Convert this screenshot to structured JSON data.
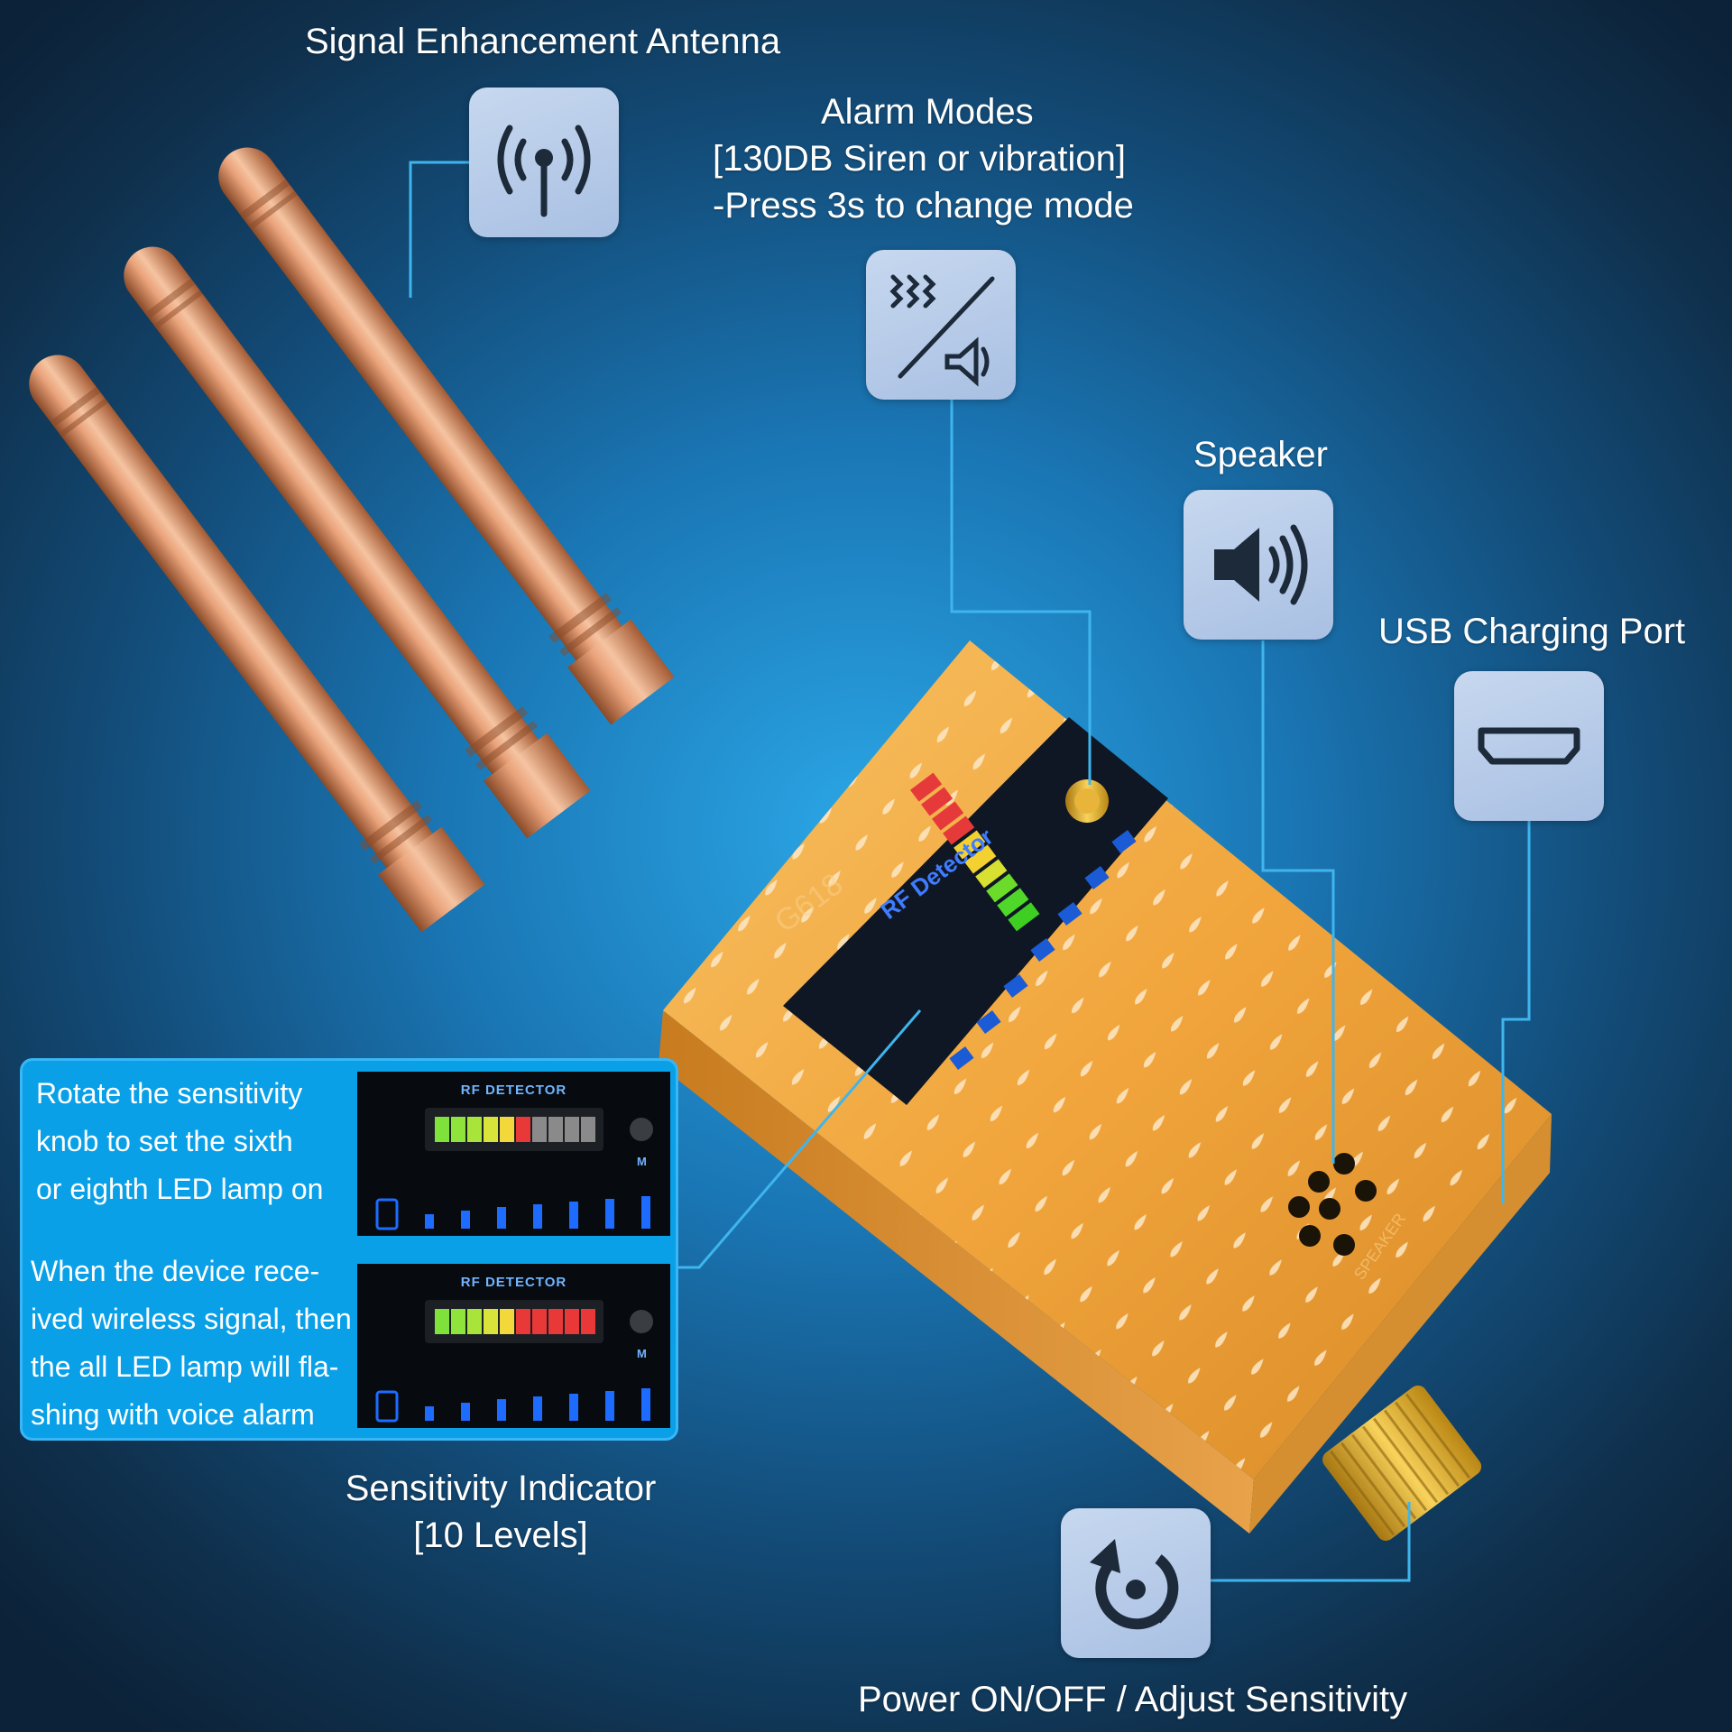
{
  "labels": {
    "antenna": "Signal Enhancement Antenna",
    "alarm_line1": "Alarm Modes",
    "alarm_line2": "[130DB Siren or vibration]",
    "alarm_line3": "-Press 3s to change mode",
    "speaker": "Speaker",
    "usb": "USB Charging Port",
    "sensitivity_line1": "Sensitivity Indicator",
    "sensitivity_line2": "[10 Levels]",
    "power": "Power ON/OFF / Adjust Sensitivity"
  },
  "panel": {
    "text1_line1": "Rotate the sensitivity",
    "text1_line2": "knob to set the sixth",
    "text1_line3": "or eighth LED lamp on",
    "text2_line1": "When the device rece-",
    "text2_line2": "ived wireless signal, then",
    "text2_line3": "the all LED lamp will fla-",
    "text2_line4": "shing with voice alarm",
    "mini_title": "RF DETECTOR",
    "mini_mode": "M"
  },
  "device": {
    "model": "G618",
    "panel_label": "RF Detector",
    "speaker_label": "SPEAKER"
  },
  "icons": [
    "antenna-icon",
    "vibration-mute-icon",
    "speaker-icon",
    "usb-port-icon",
    "power-rotate-icon"
  ],
  "colors": {
    "accent_line": "#3fb5ee",
    "icon_bg": "#b3c8e8",
    "icon_fg": "#1d2a3a",
    "device_gold": "#f0a83a",
    "antenna_copper": "#d98a5a",
    "panel_blue": "#0aa0e8"
  }
}
